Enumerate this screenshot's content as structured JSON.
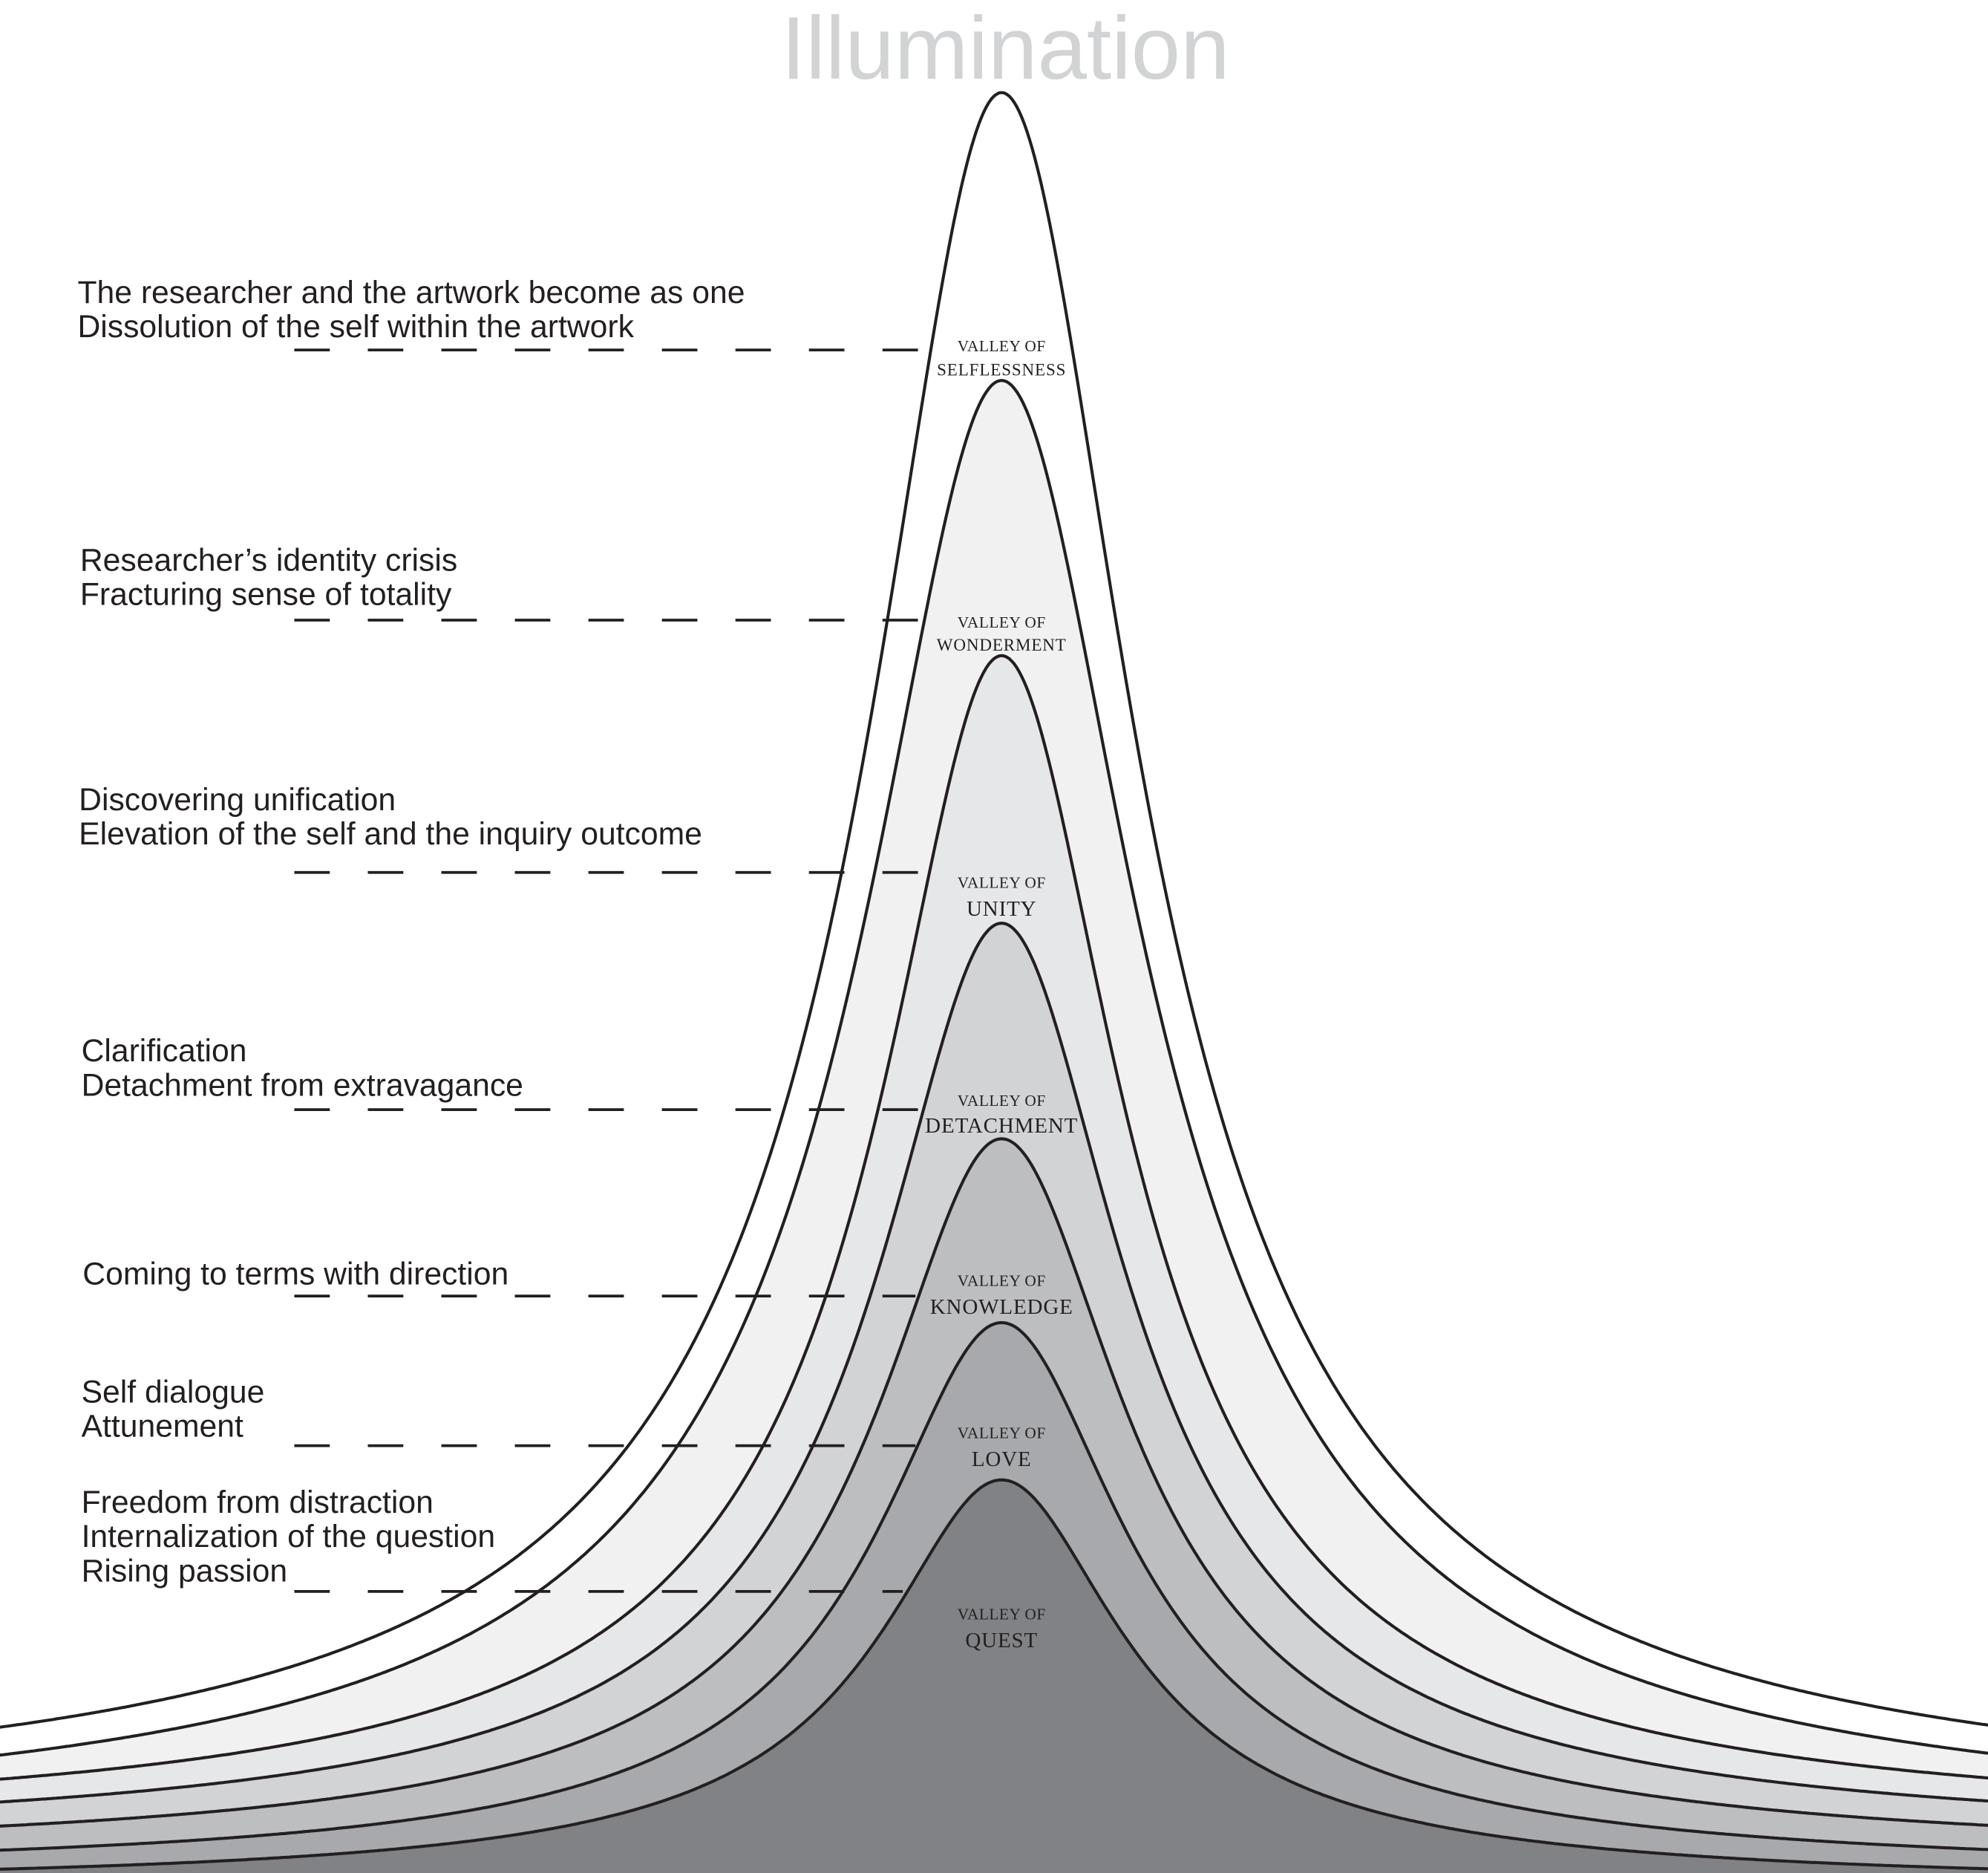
{
  "title": "Illumination",
  "valley_prefix": "VALLEY OF",
  "valleys": [
    {
      "name": "SELFLESSNESS",
      "fill": "#ffffff"
    },
    {
      "name": "WONDERMENT",
      "fill": "#f1f1f2"
    },
    {
      "name": "UNITY",
      "fill": "#e6e7e8"
    },
    {
      "name": "DETACHMENT",
      "fill": "#d1d3d4"
    },
    {
      "name": "KNOWLEDGE",
      "fill": "#bcbec0"
    },
    {
      "name": "LOVE",
      "fill": "#a7a9ac"
    },
    {
      "name": "QUEST",
      "fill": "#808285"
    }
  ],
  "descriptions": [
    {
      "lines": [
        "The researcher and the artwork become as one",
        "Dissolution of the self within the artwork"
      ]
    },
    {
      "lines": [
        "Researcher’s identity crisis",
        "Fracturing sense of totality"
      ]
    },
    {
      "lines": [
        "Discovering unification",
        "Elevation of the self and the inquiry outcome"
      ]
    },
    {
      "lines": [
        "Clarification",
        "Detachment from extravagance"
      ]
    },
    {
      "lines": [
        "Coming to terms with direction"
      ]
    },
    {
      "lines": [
        "Self dialogue",
        "Attunement"
      ]
    },
    {
      "lines": [
        "Freedom from distraction",
        "Internalization of the question",
        "Rising passion"
      ]
    }
  ]
}
